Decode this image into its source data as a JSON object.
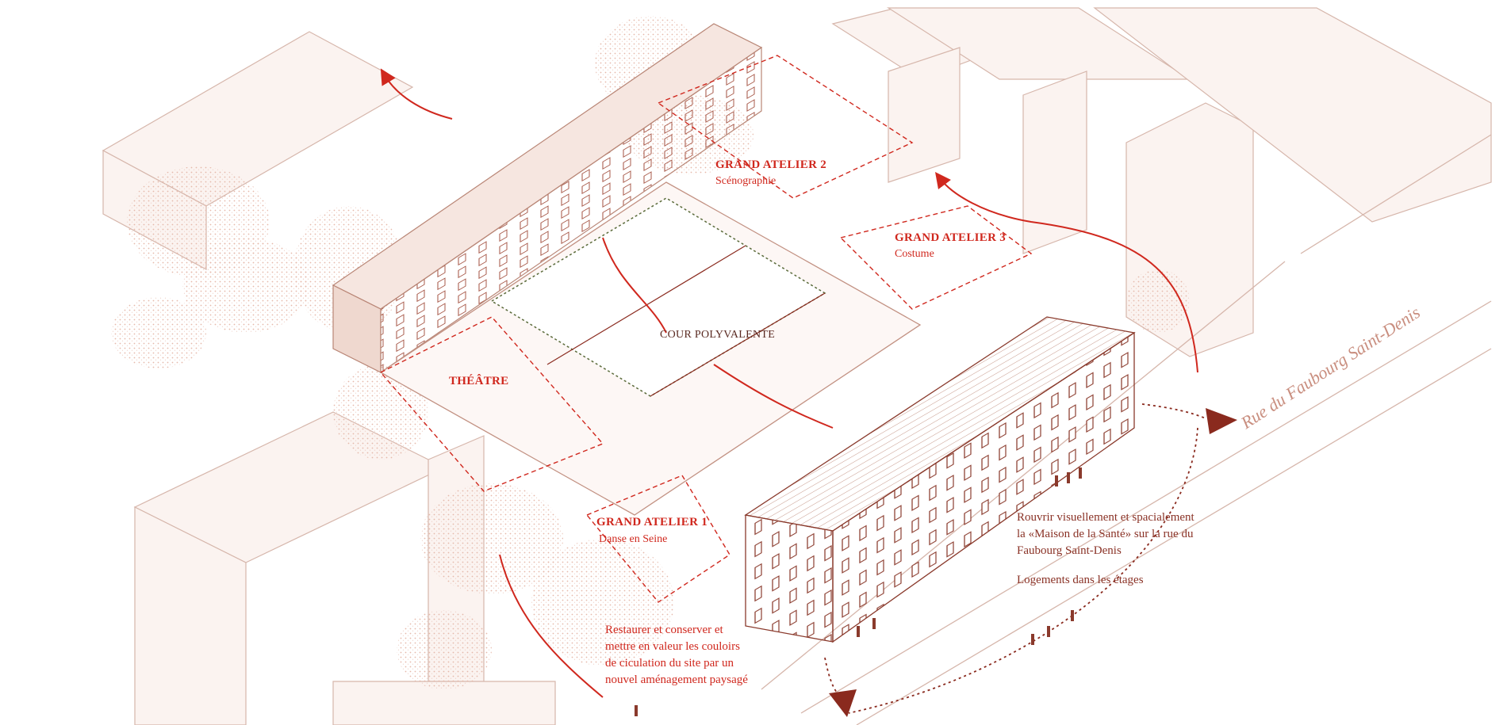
{
  "labels": {
    "grand_atelier_2": {
      "title": "GRAND ATELIER 2",
      "subtitle": "Scénographie"
    },
    "grand_atelier_3": {
      "title": "GRAND ATELIER 3",
      "subtitle": "Costume"
    },
    "grand_atelier_1": {
      "title": "GRAND ATELIER 1",
      "subtitle": "Danse en Seine"
    },
    "theatre": "THÉÂTRE",
    "cour": "COUR POLYVALENTE",
    "street": "Rue du Faubourg Saint-Denis",
    "note_restaurer": "Restaurer et conserver et\nmettre en valeur les couloirs\nde ciculation du site par un\nnouvel aménagement paysagé",
    "note_rouvrir": "Rouvrir visuellement et spacialement\nla «Maison de la Santé» sur la rue du\nFaubourg Saint-Denis",
    "note_logements": "Logements dans les étages"
  },
  "colors": {
    "accent_red": "#d0281e",
    "dark_red": "#8a2a1e",
    "line_brown": "#c9a79b",
    "tree_fill": "#e9c2b5",
    "block_fill": "#faf1ee"
  },
  "icons": {
    "flow_arrows": "curved-arrow-icon",
    "dotted_arrows": "dotted-arrow-icon"
  }
}
